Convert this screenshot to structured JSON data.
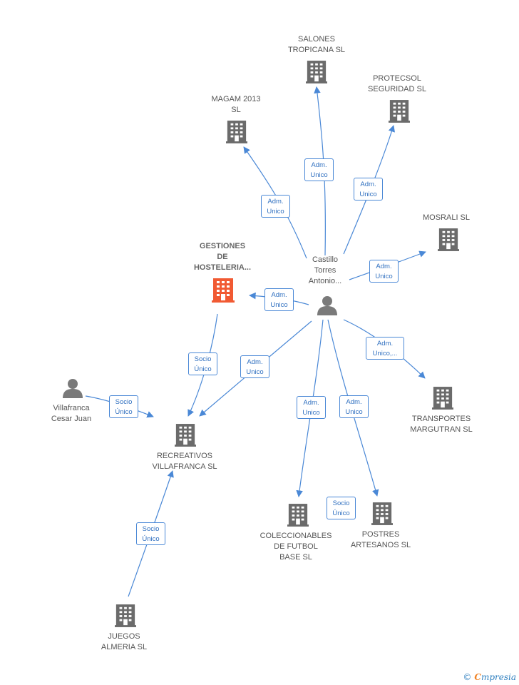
{
  "colors": {
    "edge": "#4a88d6",
    "building": "#6b6b6b",
    "main_building": "#f15a33",
    "person": "#7a7a7a"
  },
  "nodes": {
    "salones": {
      "lines": [
        "SALONES",
        "TROPICANA SL"
      ],
      "icon": "building-icon"
    },
    "protecsol": {
      "lines": [
        "PROTECSOL",
        "SEGURIDAD SL"
      ],
      "icon": "building-icon"
    },
    "magam": {
      "lines": [
        "MAGAM 2013",
        "SL"
      ],
      "icon": "building-icon"
    },
    "mosrali": {
      "lines": [
        "MOSRALI  SL"
      ],
      "icon": "building-icon"
    },
    "gestiones": {
      "lines": [
        "GESTIONES",
        "DE",
        "HOSTELERIA..."
      ],
      "icon": "building-icon"
    },
    "castillo": {
      "lines": [
        "Castillo",
        "Torres",
        "Antonio..."
      ],
      "icon": "person-icon"
    },
    "villafranca_person": {
      "lines": [
        "Villafranca",
        "Cesar Juan"
      ],
      "icon": "person-icon"
    },
    "recreativos": {
      "lines": [
        "RECREATIVOS",
        "VILLAFRANCA SL"
      ],
      "icon": "building-icon"
    },
    "transportes": {
      "lines": [
        "TRANSPORTES",
        "MARGUTRAN SL"
      ],
      "icon": "building-icon"
    },
    "coleccionables": {
      "lines": [
        "COLECCIONABLES",
        "DE FUTBOL",
        "BASE SL"
      ],
      "icon": "building-icon"
    },
    "postres": {
      "lines": [
        "POSTRES",
        "ARTESANOS SL"
      ],
      "icon": "building-icon"
    },
    "juegos": {
      "lines": [
        "JUEGOS",
        "ALMERIA SL"
      ],
      "icon": "building-icon"
    }
  },
  "edge_labels": {
    "salones": [
      "Adm.",
      "Unico"
    ],
    "protecsol": [
      "Adm.",
      "Unico"
    ],
    "magam": [
      "Adm.",
      "Unico"
    ],
    "mosrali": [
      "Adm.",
      "Unico"
    ],
    "gestiones": [
      "Adm.",
      "Unico"
    ],
    "transportes": [
      "Adm.",
      "Unico,..."
    ],
    "recreativos_castillo": [
      "Adm.",
      "Unico"
    ],
    "gestiones_recreativos": [
      "Socio",
      "Único"
    ],
    "villafranca": [
      "Socio",
      "Único"
    ],
    "coleccionables": [
      "Adm.",
      "Unico"
    ],
    "postres": [
      "Adm.",
      "Unico"
    ],
    "postres_socio": [
      "Socio",
      "Único"
    ],
    "juegos": [
      "Socio",
      "Único"
    ]
  },
  "footer": {
    "copyright": "©",
    "brand_first": "C",
    "brand_rest": "mpresia"
  }
}
